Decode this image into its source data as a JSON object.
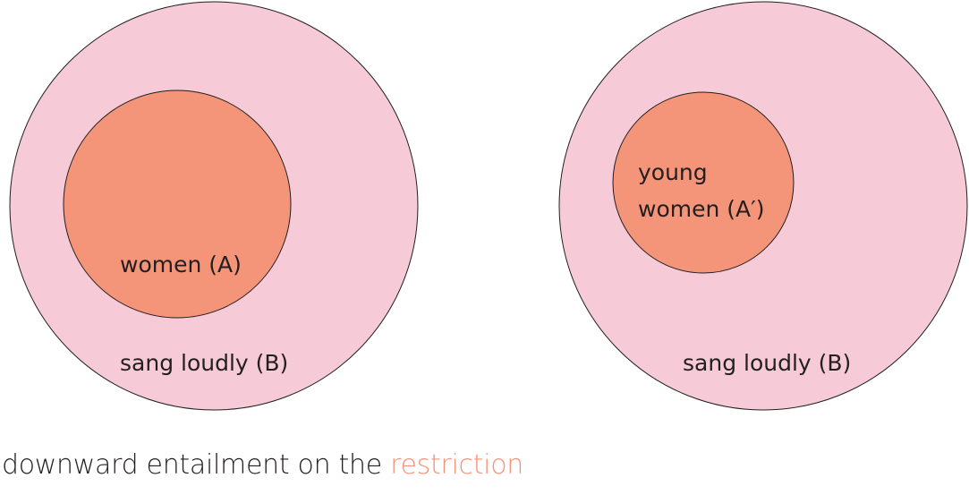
{
  "colors": {
    "outer_fill": "#f7cad8",
    "inner_fill": "#f49478",
    "stroke": "#231f20",
    "highlight": "#f4937a",
    "text": "#231f20"
  },
  "left_diagram": {
    "inner_label": "women (A)",
    "outer_label": "sang loudly (B)"
  },
  "right_diagram": {
    "inner_label_line1": "young",
    "inner_label_line2": "women (A′)",
    "outer_label": "sang loudly (B)"
  },
  "caption": {
    "prefix": "downward entailment on the ",
    "highlight": "restriction"
  }
}
